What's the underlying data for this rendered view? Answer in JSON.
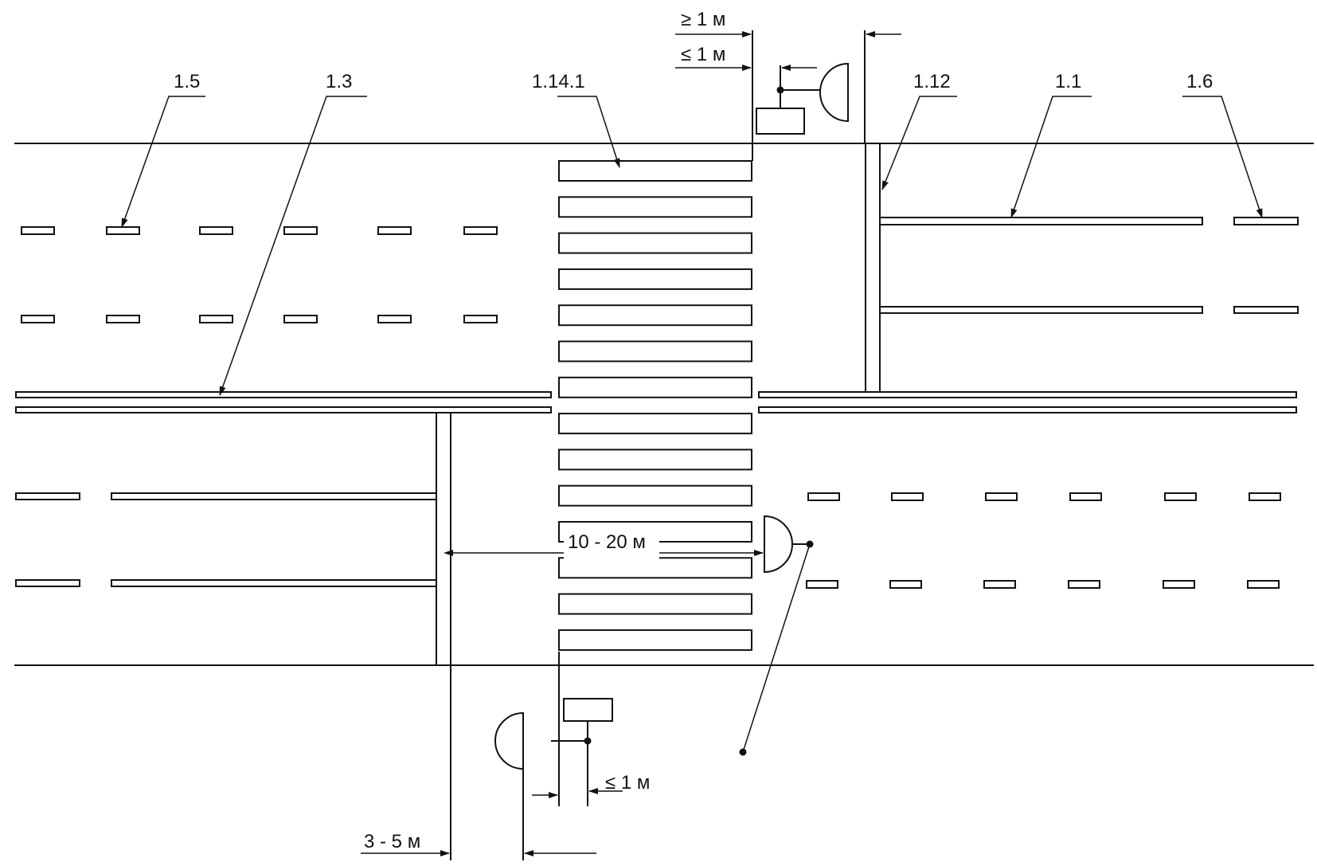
{
  "labels": {
    "marking_1_5": "1.5",
    "marking_1_3": "1.3",
    "marking_1_14_1": "1.14.1",
    "marking_1_12": "1.12",
    "marking_1_1": "1.1",
    "marking_1_6": "1.6"
  },
  "dimensions": {
    "top_ge_1m": "≥ 1 м",
    "top_le_1m": "≤ 1 м",
    "crossing_distance": "10 - 20 м",
    "bottom_le_1m": "≤ 1 м",
    "bottom_3_5m": "3 - 5 м"
  }
}
